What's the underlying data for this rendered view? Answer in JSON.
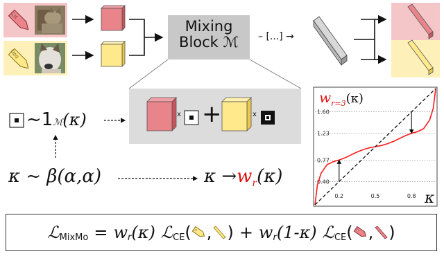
{
  "top": {
    "mixing_block_line1": "Mixing",
    "mixing_block_line2": "Block ℳ",
    "ellipsis": "– [...] →",
    "tag_cat": "Cat",
    "tag_dog": "Dog"
  },
  "mix": {
    "times_1": "x",
    "times_2": "x",
    "plus": "+"
  },
  "left": {
    "indicator_tilde": "~",
    "indicator_one": "1",
    "indicator_sub": "ℳ",
    "indicator_arg": "(κ)",
    "kappa_sample": "κ ~ β(α,α)",
    "kappa_map": "κ →",
    "w_symbol": "w",
    "w_sub": "r",
    "w_arg": "(κ)"
  },
  "colors": {
    "red_feature": "#e8848a",
    "red_feature_dark": "#c9545c",
    "yellow_feature": "#ffe98a",
    "yellow_feature_dark": "#e9c94a",
    "red_bg": "#f4c6c8",
    "yellow_bg": "#fdf0b8",
    "mixing_block": "#c8c8c8",
    "mix_panel": "#dcdcdc",
    "curve": "#ff1a1a",
    "highlight_text": "#e01010"
  },
  "chart_data": {
    "type": "line",
    "title": "w_{r=3}(κ)",
    "title_main": "w",
    "title_sub": "r=3",
    "title_arg": "(κ)",
    "xlabel": "κ",
    "ylabel": "",
    "xlim": [
      0,
      1
    ],
    "ylim": [
      0,
      2
    ],
    "xticks": [
      0.2,
      0.5,
      0.8
    ],
    "xtick_labels": [
      "0.2",
      "0.5",
      "0.8"
    ],
    "yticks": [
      0.4,
      0.77,
      1.23,
      1.6
    ],
    "ytick_labels": [
      "0.40",
      "0.77",
      "1.23",
      "1.60"
    ],
    "series": [
      {
        "style": "solid-red",
        "x": [
          0.0,
          0.02,
          0.05,
          0.1,
          0.15,
          0.2,
          0.25,
          0.3,
          0.35,
          0.4,
          0.45,
          0.5,
          0.55,
          0.6,
          0.65,
          0.7,
          0.75,
          0.8,
          0.85,
          0.9,
          0.95,
          0.98,
          1.0
        ],
        "y": [
          0.0,
          0.34,
          0.54,
          0.69,
          0.74,
          0.77,
          0.81,
          0.86,
          0.91,
          0.95,
          0.98,
          1.0,
          1.02,
          1.05,
          1.09,
          1.14,
          1.19,
          1.23,
          1.26,
          1.31,
          1.46,
          1.66,
          2.0
        ]
      },
      {
        "style": "dashed-black",
        "x": [
          0.0,
          1.0
        ],
        "y": [
          0.0,
          2.0
        ]
      }
    ],
    "annotations": [
      {
        "type": "arrow",
        "x": 0.2,
        "from_y": 0.4,
        "to_y": 0.77
      },
      {
        "type": "arrow",
        "x": 0.8,
        "from_y": 1.6,
        "to_y": 1.23
      }
    ],
    "hlines_dotted": [
      0.4,
      0.77,
      1.23,
      1.6
    ],
    "grid": false
  },
  "formula": {
    "lhs": "ℒ",
    "lhs_sub": "MixMo",
    "equals": "=",
    "w1": "w",
    "w1_sub": "r",
    "w1_arg": "(κ)",
    "ce1": "ℒ",
    "ce1_sub": "CE",
    "open1": "(",
    "comma1": ",",
    "close1": ")",
    "plus": "+",
    "w2": "w",
    "w2_sub": "r",
    "w2_arg": "(1-κ)",
    "ce2": "ℒ",
    "ce2_sub": "CE",
    "open2": "(",
    "comma2": ",",
    "close2": ")"
  }
}
